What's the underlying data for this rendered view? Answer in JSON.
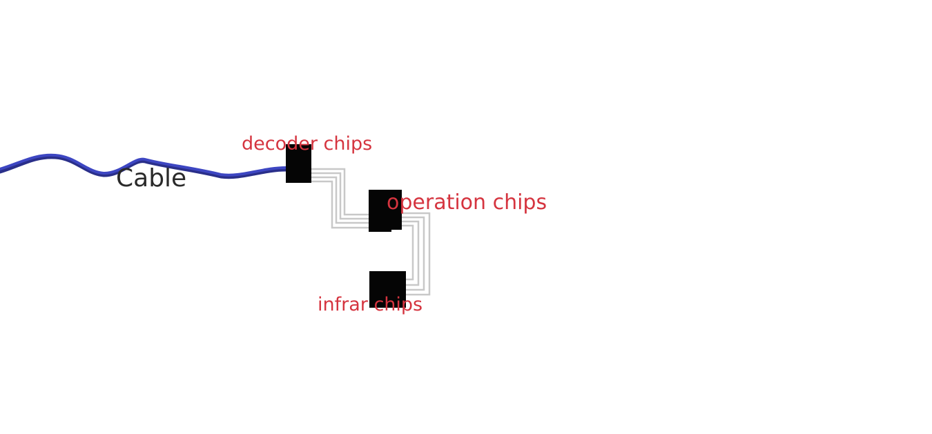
{
  "colors": {
    "background": "#ffffff",
    "cable": "#3d46c2",
    "cable_shadow": "#2a2f8a",
    "chip": "#050505",
    "wire": "#c8c8c8",
    "chip_label": "#d5343f",
    "cable_label": "#2a2a2a"
  },
  "cable": {
    "label": "Cable"
  },
  "chips": {
    "decoder": {
      "label": "decoder chips"
    },
    "operation": {
      "label": "operation chips"
    },
    "infrared": {
      "label": "infrar chips"
    }
  }
}
